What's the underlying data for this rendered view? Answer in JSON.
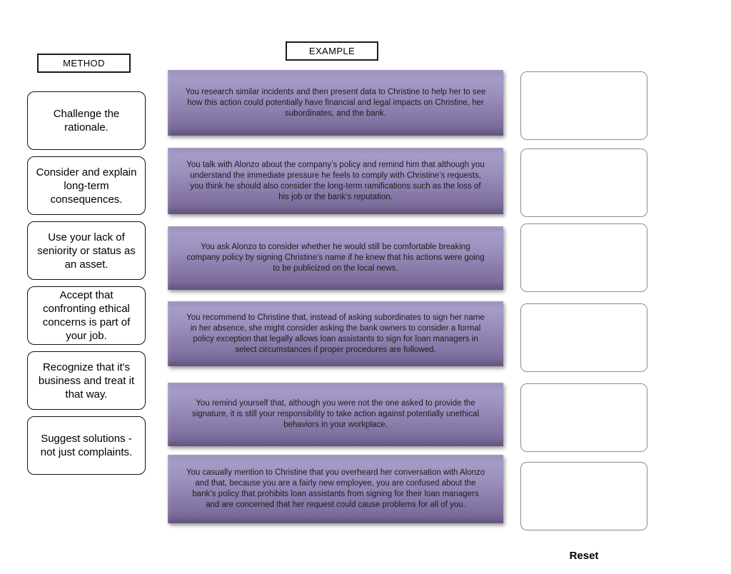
{
  "headers": {
    "method": "METHOD",
    "example": "EXAMPLE"
  },
  "methods": [
    {
      "label": "Challenge the rationale."
    },
    {
      "label": "Consider and explain long-term consequences."
    },
    {
      "label": "Use your lack of seniority or status as an asset."
    },
    {
      "label": "Accept that confronting ethical concerns is part of your job."
    },
    {
      "label": "Recognize that it's business and treat it that way."
    },
    {
      "label": "Suggest solutions - not just complaints."
    }
  ],
  "examples": [
    {
      "text": "You research similar incidents and then present data to Christine to help her to see how this action could potentially have financial and legal impacts on Christine, her subordinates, and the bank."
    },
    {
      "text": "You talk with Alonzo about the company’s policy and remind him that although you understand the immediate pressure he feels to comply with Christine’s requests, you think he should also consider the long-term ramifications such as the loss of his job or the bank’s reputation."
    },
    {
      "text": "You ask Alonzo to consider whether he would still be comfortable breaking company policy by signing Christine’s name if he knew that his actions were going to be publicized on the local news."
    },
    {
      "text": "You recommend to Christine that, instead of asking subordinates to sign her name in her absence, she might consider asking the bank owners to consider a formal policy exception that legally allows loan assistants to sign for loan managers in select circumstances if proper procedures are followed."
    },
    {
      "text": "You remind yourself that, although you were not the one asked to provide the signature, it is still your responsibility to take action against potentially unethical behaviors in your workplace."
    },
    {
      "text": "You casually mention to Christine that you overheard her conversation with Alonzo and that, because you are a fairly new employee, you are confused about the bank’s policy that prohibits loan assistants from signing for their loan managers and are concerned that her request could cause problems for all of you."
    }
  ],
  "colors": {
    "card_gradient_top": "#a69ac7",
    "card_gradient_bottom": "#62547d",
    "drop_zone_border": "#8b8b8b"
  },
  "reset_label": "Reset"
}
